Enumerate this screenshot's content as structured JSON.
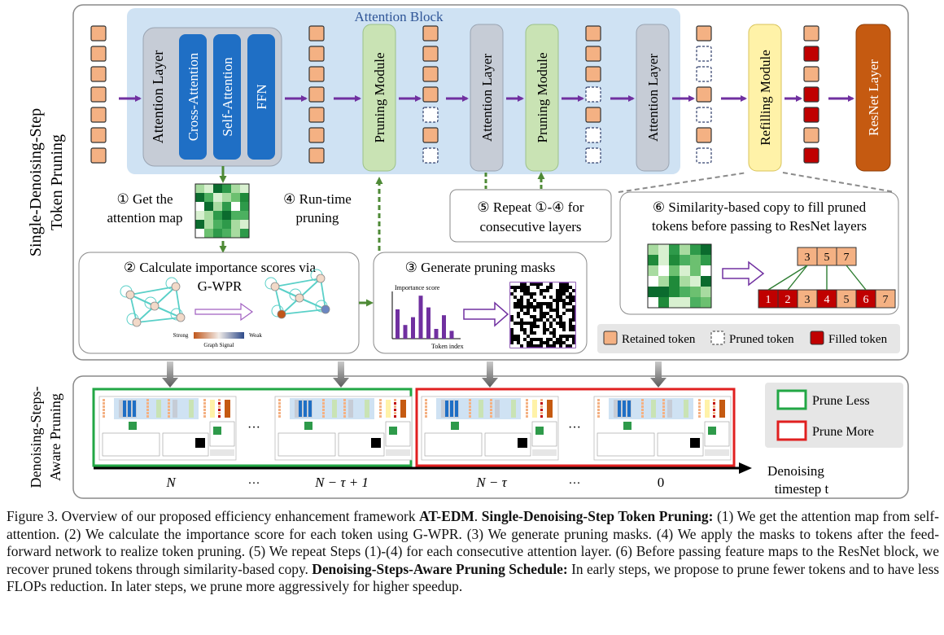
{
  "side_labels": {
    "single_step": [
      "Single-Denoising-Step",
      "Token Pruning"
    ],
    "steps_aware": [
      "Denoising-Steps-",
      "Aware Pruning"
    ]
  },
  "attention_block": {
    "title": "Attention Block",
    "attention_layer": "Attention Layer",
    "cross_attention": "Cross-Attention",
    "self_attention": "Self-Attention",
    "ffn": "FFN"
  },
  "modules": {
    "pruning_module": "Pruning Module",
    "attention_layer": "Attention Layer",
    "refilling_module": "Refilling Module",
    "resnet_layer": "ResNet Layer"
  },
  "steps": {
    "step1": [
      "① Get the",
      "attention map"
    ],
    "step4": [
      "④ Run-time",
      "pruning"
    ],
    "step5": [
      "⑤ Repeat ①-④ for",
      "consecutive layers"
    ],
    "step6": [
      "⑥ Similarity-based copy to fill pruned",
      "tokens before passing to ResNet layers"
    ],
    "step2": [
      "② Calculate importance scores via",
      "G-WPR"
    ],
    "step3": "③ Generate pruning masks"
  },
  "graph_signal": {
    "strong": "Strong",
    "weak": "Weak",
    "label": "Graph Signal"
  },
  "importance_chart": {
    "ylabel": "Importance score",
    "xlabel": "Token index"
  },
  "copy_example": {
    "top": [
      "3",
      "5",
      "7"
    ],
    "bottom": [
      "1",
      "2",
      "3",
      "4",
      "5",
      "6",
      "7"
    ]
  },
  "legend": {
    "retained": "Retained token",
    "pruned": "Pruned token",
    "filled": "Filled token"
  },
  "schedule": {
    "prune_less": "Prune Less",
    "prune_more": "Prune More",
    "ellipsis": "···",
    "timestep_labels": [
      "N",
      "···",
      "N − τ + 1",
      "N − τ",
      "···",
      "0"
    ],
    "axis_label": [
      "Denoising",
      "timestep t"
    ]
  },
  "colors": {
    "retained": "#f4b183",
    "filled": "#c00000",
    "attention_block_bg": "#cfe2f3",
    "blue_module": "#1f6fc5",
    "pruning_module": "#c9e3b4",
    "refilling_module": "#fff2a8",
    "resnet": "#c55a11",
    "arrow_purple": "#7030a0",
    "prune_less": "#22a745",
    "prune_more": "#e02020"
  },
  "caption": {
    "fig_label": "Figure 3.",
    "intro": "Overview of our proposed efficiency enhancement framework",
    "bold1": "AT-EDM",
    "bold2": "Single-Denoising-Step Token Pruning:",
    "body1": "(1) We get the attention map from self-attention. (2) We calculate the importance score for each token using G-WPR. (3) We generate pruning masks. (4) We apply the masks to tokens after the feed-forward network to realize token pruning. (5) We repeat Steps (1)-(4) for each consecutive attention layer. (6) Before passing feature maps to the ResNet block, we recover pruned tokens through similarity-based copy.",
    "bold3": "Denoising-Steps-Aware Pruning Schedule:",
    "body2": "In early steps, we propose to prune fewer tokens and to have less FLOPs reduction. In later steps, we prune more aggressively for higher speedup."
  }
}
